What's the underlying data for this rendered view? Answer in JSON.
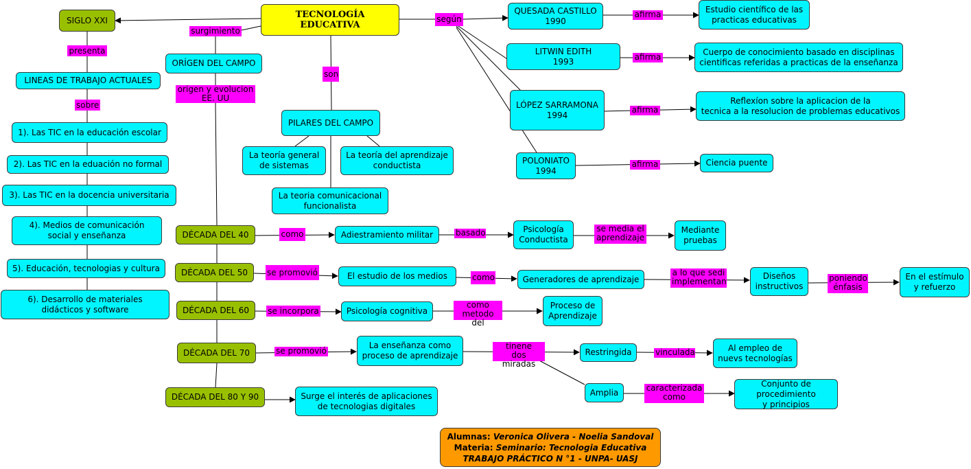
{
  "nodes": {
    "tec": "TECNOLOGÍA EDUCATIVA",
    "siglo": "SIGLO XXI",
    "lineas": "LINEAS DE TRABAJO ACTUALES",
    "l1": "1). Las TIC en la educación escolar",
    "l2": "2). Las TIC en la eduación no formal",
    "l3": "3). Las TIC en la docencia universitaria",
    "l4": "4). Medios de comunicación\nsocial y enseñanza",
    "l5": "5). Educación, tecnologias y cultura",
    "l6": "6). Desarrollo de materiales\ndidácticos y software",
    "origen": "ORÍGEN DEL CAMPO",
    "pilares": "PILARES DEL CAMPO",
    "p1": "La teoría general\nde sistemas",
    "p2": "La teoría del aprendizaje\nconductista",
    "p3": "La teoria comunicacional\nfuncionalista",
    "quesada": "QUESADA CASTILLO\n1990",
    "litwin": "LITWIN EDITH\n1993",
    "lopez": "LÓPEZ SARRAMONA\n1994",
    "polo": "POLONIATO\n1994",
    "estudio": "Estudio científico de las\npracticas educativas",
    "cuerpo": "Cuerpo de conocimiento basado en disciplinas\ncientificas referidas a practicas de la enseñanza",
    "reflexion": "Reflexíon sobre la aplicacion de la\ntecnica a la resolucion de problemas educativos",
    "ciencia": "Ciencia puente",
    "d40": "DÉCADA DEL 40",
    "d50": "DÉCADA DEL 50",
    "d60": "DÉCADA DEL 60",
    "d70": "DÉCADA DEL 70",
    "d80": "DÉCADA DEL 80 Y 90",
    "adiestr": "Adiestramiento militar",
    "psicond": "Psicología\nConductista",
    "mediante": "Mediante\npruebas",
    "estudiomed": "El estudio de los medios",
    "generadores": "Generadores de aprendizaje",
    "disenos": "Diseños\ninstructivos",
    "estimulo": "En el estímulo\ny refuerzo",
    "psicog": "Psicología cognitiva",
    "proceso": "Proceso de\nAprendizaje",
    "ensenanza": "La enseñanza como\nproceso de aprendizaje",
    "restringida": "Restringida",
    "alempleo": "Al empleo de\nnuevs tecnologías",
    "amplia": "Amplia",
    "conjunto": "Conjunto de procedimiento\ny principios",
    "surge": "Surge el interés de aplicaciones\nde tecnologias digitales"
  },
  "labels": {
    "segun": "según",
    "surgimiento": "surgimiento",
    "son": "son",
    "presenta": "presenta",
    "sobre": "sobre",
    "origen_evol": "origen y evolucion\nEE. UU",
    "afirma1": "afirma",
    "afirma2": "afirma",
    "afirma3": "afirma",
    "afirma4": "afirma",
    "como40": "como",
    "basado": "basado",
    "semedia": "se media el\naprendizaje",
    "sepromovio50": "se promovió",
    "como50": "como",
    "aloque": "a lo que sedi\nimplementan",
    "poniendo": "poniendo\nénfasis",
    "seincorpora": "se incorpora",
    "comometodo": "como\nmetodo del",
    "sepromovio70": "se promovió",
    "tienen": "tinene\ndos miradas",
    "vinculada": "vinculada",
    "caracterizada": "caracterizada\ncomo"
  },
  "footer": {
    "alumnas_label": "Alumnas: ",
    "alumnas_value": "Veronica Olivera - Noelia Sandoval",
    "materia_label": "Materia: ",
    "materia_value": "Seminario: Tecnologia Educativa",
    "trabajo": "TRABAJO PRÁCTICO N °1 - UNPA- UASJ"
  },
  "colors": {
    "concept": "#00f5ff",
    "decade": "#99c000",
    "root": "#ffff00",
    "link_label": "#ff00ff",
    "footer": "#ff9900"
  }
}
